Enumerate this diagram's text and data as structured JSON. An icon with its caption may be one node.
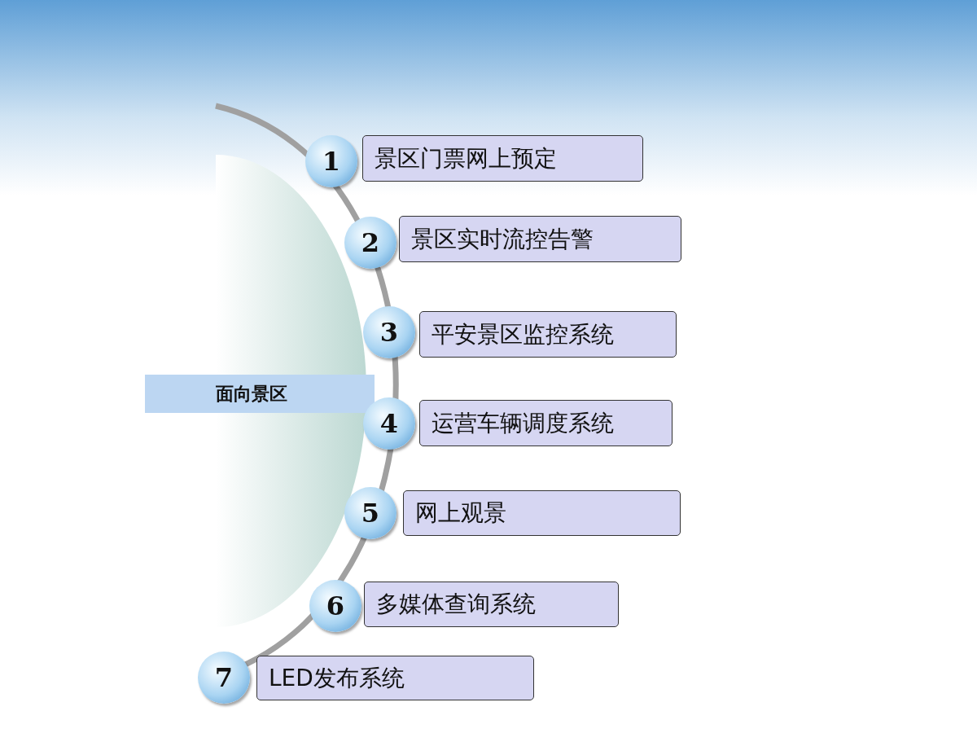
{
  "diagram": {
    "nodes": [
      {
        "text": [
          "面向景区"
        ]
      },
      {
        "text": [
          "1"
        ]
      },
      {
        "text": [
          "景区门票网上预定"
        ]
      },
      {
        "text": [
          "2"
        ]
      },
      {
        "text": [
          "景区实时流控告警"
        ]
      },
      {
        "text": [
          "3"
        ]
      },
      {
        "text": [
          "平安景区监控系统"
        ]
      },
      {
        "text": [
          "4"
        ]
      },
      {
        "text": [
          "运营车辆调度系统"
        ]
      },
      {
        "text": [
          "5"
        ]
      },
      {
        "text": [
          "网上观景"
        ]
      },
      {
        "text": [
          "6"
        ]
      },
      {
        "text": [
          "多媒体查询系统"
        ]
      },
      {
        "text": [
          "7"
        ]
      },
      {
        "text": [
          "LED发布系统"
        ]
      }
    ]
  }
}
